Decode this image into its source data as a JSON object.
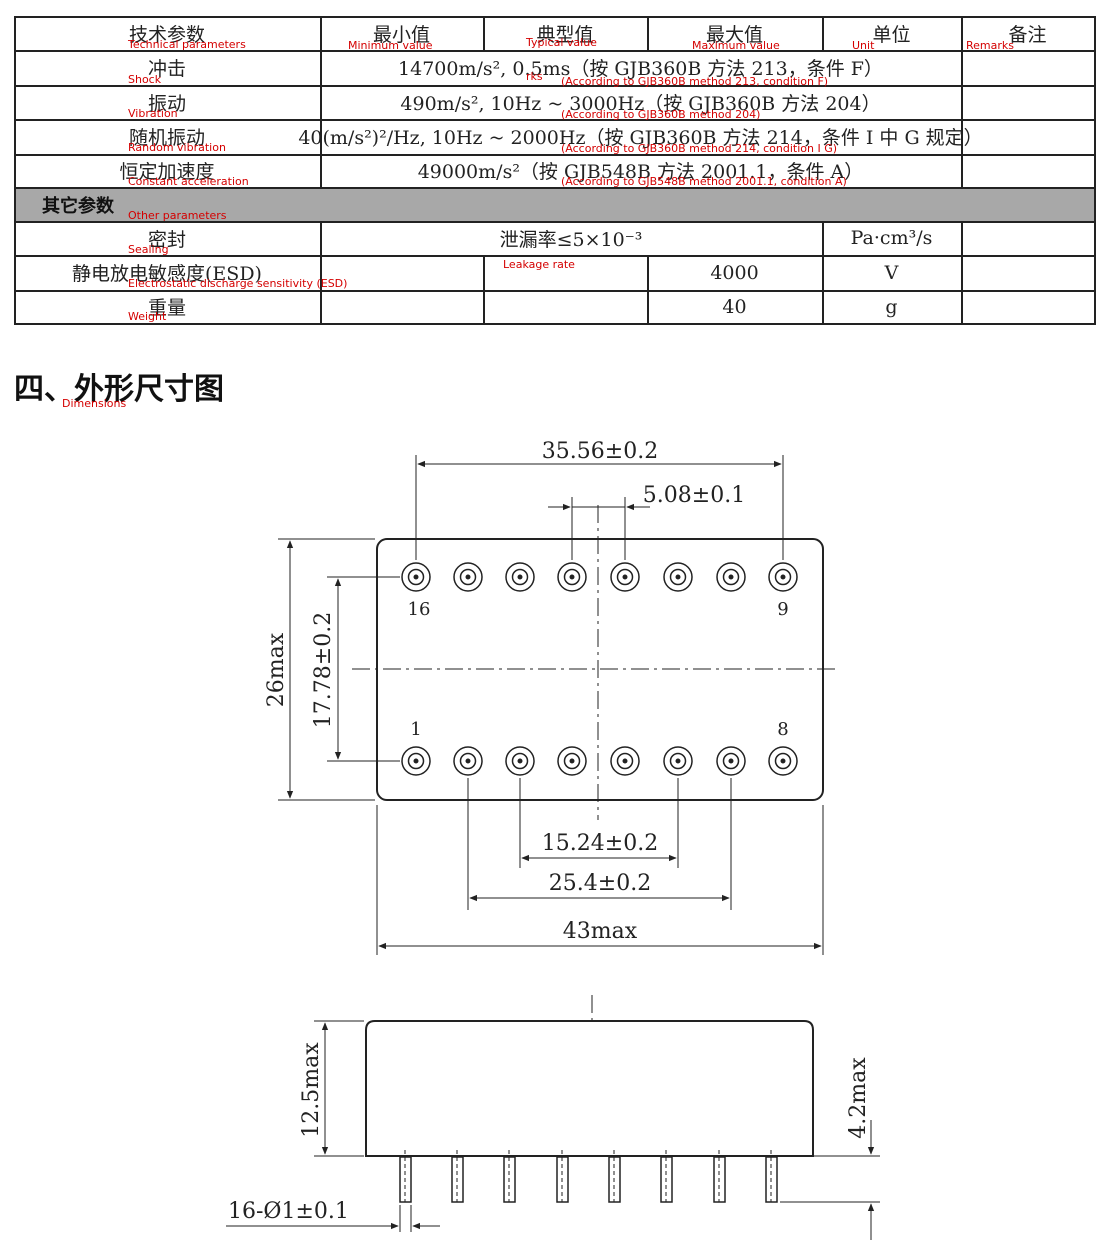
{
  "table": {
    "header": {
      "param": {
        "zh": "技术参数",
        "en": "Technical parameters"
      },
      "min": {
        "zh": "最小值",
        "en": "Minimum value"
      },
      "typ": {
        "zh": "典型值",
        "en": "Typical value"
      },
      "max": {
        "zh": "最大值",
        "en": "Maximum value"
      },
      "unit": {
        "zh": "单位",
        "en": "Unit"
      },
      "remarks": {
        "zh": "备注",
        "en": "Remarks"
      }
    },
    "rows": [
      {
        "zh": "冲击",
        "en": "Shock",
        "value": "14700m/s², 0.5ms（按 GJB360B 方法 213，条件 F）",
        "value_en": "(According to GJB360B method 213, condition F)",
        "extra_en": "rks"
      },
      {
        "zh": "振动",
        "en": "Vibration",
        "value": "490m/s², 10Hz ~ 3000Hz（按 GJB360B 方法 204）",
        "value_en": "(According to GJB360B method 204)"
      },
      {
        "zh": "随机振动",
        "en": "Random vibration",
        "value": "40(m/s²)²/Hz, 10Hz ~ 2000Hz（按 GJB360B 方法 214，条件 I 中 G 规定）",
        "value_en": "(According to GJB360B method 214, condition I G)"
      },
      {
        "zh": "恒定加速度",
        "en": "Constant acceleration",
        "value": "49000m/s²（按 GJB548B 方法 2001.1，条件 A）",
        "value_en": "(According to GJB548B method 2001.1, condition A)"
      }
    ],
    "other_section": {
      "zh": "其它参数",
      "en": "Other parameters"
    },
    "other_rows": [
      {
        "zh": "密封",
        "en": "Sealing",
        "value": "泄漏率≤5×10⁻³",
        "value_en": "Leakage rate",
        "unit": "Pa·cm³/s"
      },
      {
        "zh": "静电放电敏感度(ESD)",
        "en": "Electrostatic discharge sensitivity (ESD)",
        "max": "4000",
        "unit": "V"
      },
      {
        "zh": "重量",
        "en": "Weight",
        "max": "40",
        "unit": "g"
      }
    ]
  },
  "section": {
    "zh": "四、外形尺寸图",
    "en": "Dimensions"
  },
  "drawing": {
    "top_view": {
      "dim_pin_span": "35.56±0.2",
      "dim_pin_pitch": "5.08±0.1",
      "dim_row_spacing": "17.78±0.2",
      "dim_height": "26max",
      "dim_15_24": "15.24±0.2",
      "dim_25_4": "25.4±0.2",
      "dim_width": "43max",
      "pin_labels": {
        "top_left": "16",
        "top_right": "9",
        "bottom_left": "1",
        "bottom_right": "8"
      }
    },
    "side_view": {
      "dim_body_height": "12.5max",
      "dim_pin_length": "4.2max",
      "dim_pin_diameter": "16-Ø1±0.1"
    }
  }
}
